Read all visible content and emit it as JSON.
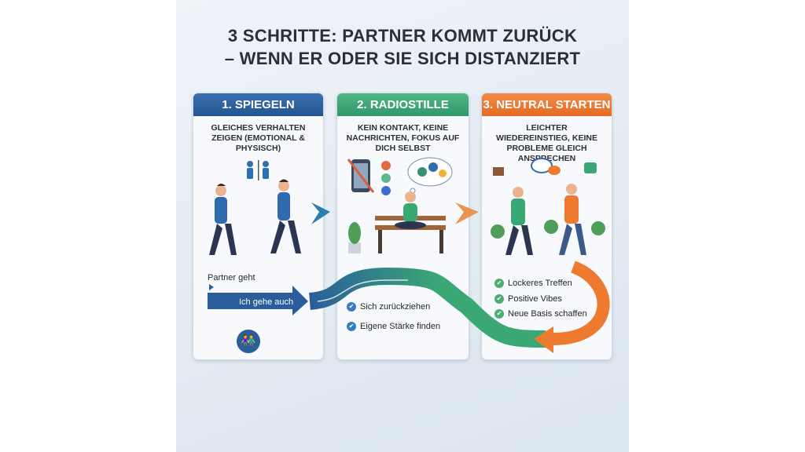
{
  "title": {
    "line1": "3 SCHRITTE: PARTNER KOMMT ZURÜCK",
    "line2": "– WENN ER ODER SIE SICH DISTANZIERT"
  },
  "colors": {
    "blue": "#2a5d9a",
    "green": "#3aa874",
    "orange": "#ee7a30"
  },
  "steps": [
    {
      "header": "1. SPIEGELN",
      "subtitle": "GLEICHES VERHALTEN ZEIGEN (EMOTIONAL & PHYSISCH)",
      "label_top": "Partner geht",
      "arrow_label": "Ich gehe auch",
      "icon": "couple-icon"
    },
    {
      "header": "2. RADIOSTILLE",
      "subtitle": "KEIN KONTAKT, KEINE NACHRICHTEN, FOKUS AUF DICH SELBST",
      "items": [
        "Sich zurückziehen",
        "Eigene Stärke finden"
      ],
      "icon": "meditation-icon"
    },
    {
      "header": "3. NEUTRAL STARTEN",
      "subtitle": "LEICHTER WIEDEREINSTIEG, KEINE PROBLEME GLEICH ANSPRECHEN",
      "items": [
        "Lockeres Treffen",
        "Positive Vibes",
        "Neue Basis schaffen"
      ],
      "icon": "conversation-icon"
    }
  ]
}
